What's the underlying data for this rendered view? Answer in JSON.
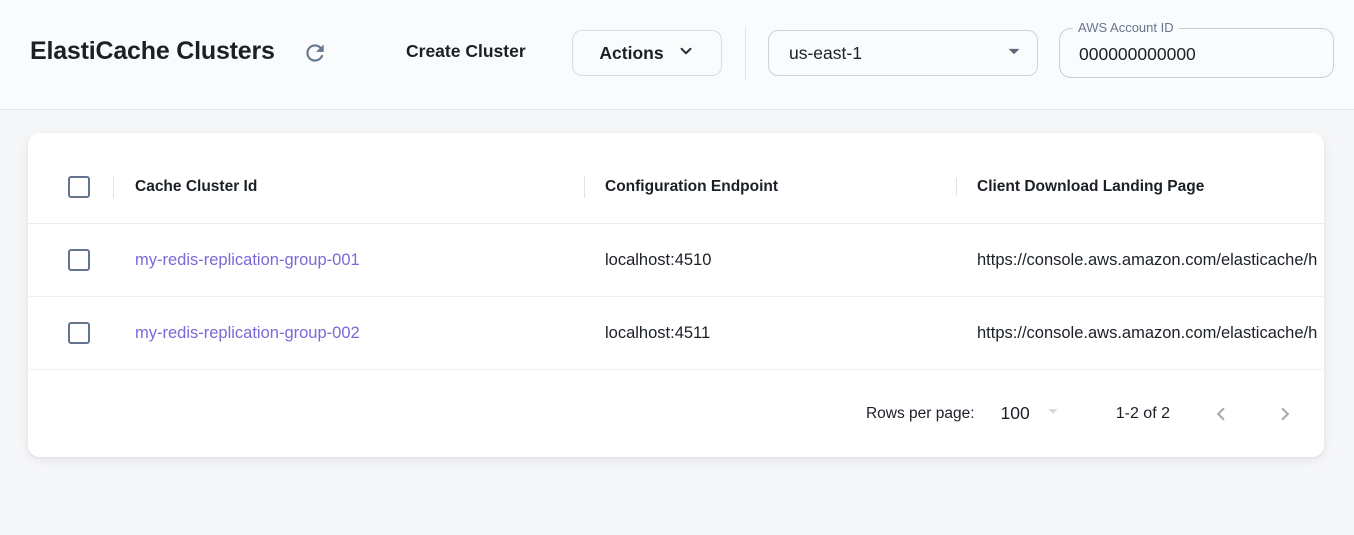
{
  "header": {
    "title": "ElastiCache Clusters",
    "create_cluster_label": "Create Cluster",
    "actions_label": "Actions",
    "region_selected": "us-east-1",
    "account_field": {
      "label": "AWS Account ID",
      "value": "000000000000"
    }
  },
  "table": {
    "columns": [
      "Cache Cluster Id",
      "Configuration Endpoint",
      "Client Download Landing Page"
    ],
    "rows": [
      {
        "id": "my-redis-replication-group-001",
        "endpoint": "localhost:4510",
        "landing_page": "https://console.aws.amazon.com/elasticache/h"
      },
      {
        "id": "my-redis-replication-group-002",
        "endpoint": "localhost:4511",
        "landing_page": "https://console.aws.amazon.com/elasticache/h"
      }
    ],
    "footer": {
      "rows_per_page_label": "Rows per page:",
      "rows_per_page_value": "100",
      "range_label": "1-2 of 2"
    }
  },
  "icons": {
    "refresh": "⟳",
    "chevron_down": "⌄",
    "caret_down": "▾",
    "chevron_left": "‹",
    "chevron_right": "›"
  },
  "colors": {
    "link_accent": "#7c68d8",
    "checkbox_border": "#64748b",
    "topbar_bg": "#fafbfc",
    "page_bg": "#f5f6f8",
    "card_bg": "#ffffff",
    "text_primary": "#1b2026",
    "muted_icon": "#a7acb4"
  }
}
